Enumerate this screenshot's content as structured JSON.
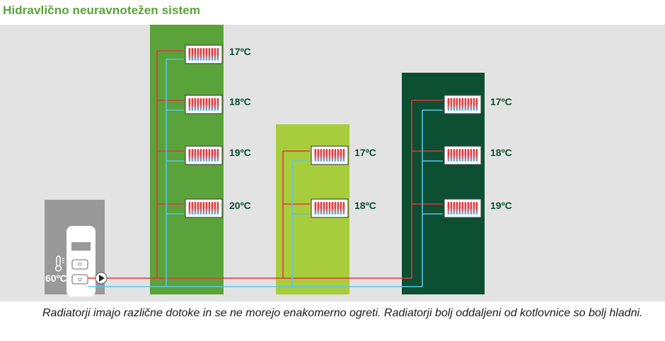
{
  "title": "Hidravlično neuravnotežen sistem",
  "caption": "Radiatorji imajo različne dotoke in se ne morejo enakomerno ogreti. Radiatorji bolj oddaljeni od kotlovnice so bolj hladni.",
  "boiler": {
    "temperature": "60ºC"
  },
  "buildings": [
    {
      "radiators": [
        "17ºC",
        "18ºC",
        "19ºC",
        "20ºC"
      ]
    },
    {
      "radiators": [
        "17ºC",
        "18ºC"
      ]
    },
    {
      "radiators": [
        "17ºC",
        "18ºC",
        "19ºC"
      ]
    }
  ],
  "colors": {
    "building_1": "#5aa33a",
    "building_2": "#a8cd3c",
    "building_3": "#0c4f33",
    "supply_pipe": "#e2373c",
    "return_pipe": "#5bc5e8",
    "boiler_room": "#999999",
    "temp_text_dark": "#0c4f33",
    "temp_text_light": "#ffffff"
  }
}
